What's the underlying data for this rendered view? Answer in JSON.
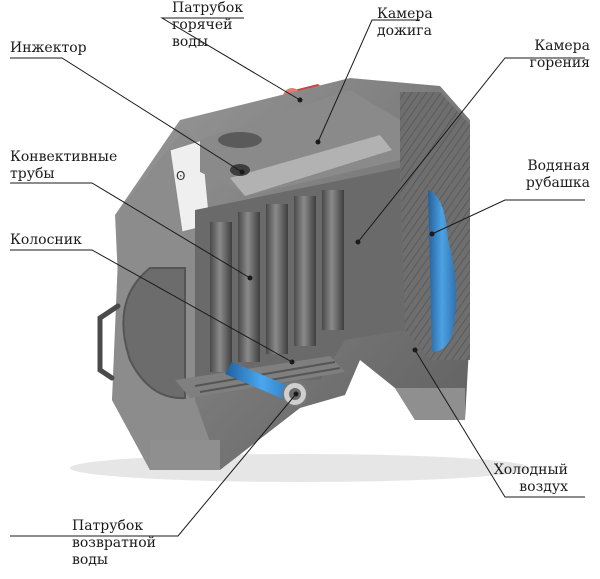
{
  "labels": {
    "hot_water_pipe": [
      "Патрубок",
      "горячей",
      "воды"
    ],
    "afterburner_chamber": [
      "Камера",
      "дожига"
    ],
    "injector": [
      "Инжектор"
    ],
    "combustion_chamber": [
      "Камера",
      "горения"
    ],
    "convection_tubes": [
      "Конвективные",
      "трубы"
    ],
    "water_jacket": [
      "Водяная",
      "рубашка"
    ],
    "grate": [
      "Колосник"
    ],
    "cold_air": [
      "Холодный",
      "воздух"
    ],
    "return_water_pipe": [
      "Патрубок",
      "возвратной",
      "воды"
    ]
  },
  "colors": {
    "body": "#7b7b7b",
    "body_dark": "#555555",
    "body_light": "#a9a9a9",
    "water": "#3a8fd6",
    "hot_pipe": "#d9534f"
  }
}
